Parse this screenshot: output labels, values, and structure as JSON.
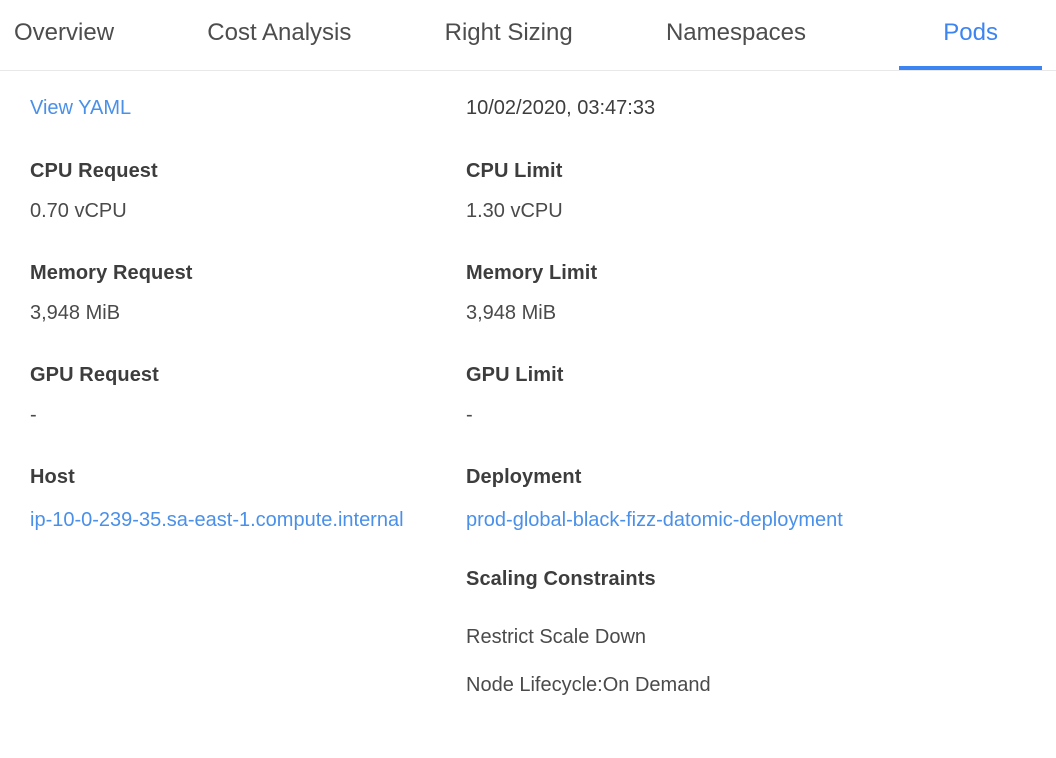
{
  "tabs": [
    {
      "label": "Overview",
      "active": false
    },
    {
      "label": "Cost Analysis",
      "active": false
    },
    {
      "label": "Right Sizing",
      "active": false
    },
    {
      "label": "Namespaces",
      "active": false
    },
    {
      "label": "Pods",
      "active": true
    }
  ],
  "colors": {
    "active_tab": "#3d84f3",
    "active_tab_underline": "#3d84f3",
    "link": "#4a90e9",
    "label_text": "#3d3d3d",
    "value_text": "#4a4a4a",
    "inactive_tab_text": "#4d4d4d",
    "tabbar_border": "#e8e8e8"
  },
  "pod_details": {
    "view_yaml_label": "View YAML",
    "created_timestamp": "10/02/2020, 03:47:33",
    "cpu_request": {
      "label": "CPU Request",
      "value": "0.70 vCPU"
    },
    "cpu_limit": {
      "label": "CPU Limit",
      "value": "1.30 vCPU"
    },
    "memory_request": {
      "label": "Memory Request",
      "value": "3,948 MiB"
    },
    "memory_limit": {
      "label": "Memory Limit",
      "value": "3,948 MiB"
    },
    "gpu_request": {
      "label": "GPU Request",
      "value": "-"
    },
    "gpu_limit": {
      "label": "GPU Limit",
      "value": "-"
    },
    "host": {
      "label": "Host",
      "value": "ip-10-0-239-35.sa-east-1.compute.internal"
    },
    "deployment": {
      "label": "Deployment",
      "value": "prod-global-black-fizz-datomic-deployment"
    },
    "scaling_constraints": {
      "label": "Scaling Constraints",
      "items": [
        "Restrict Scale Down",
        "Node Lifecycle:On Demand"
      ]
    }
  }
}
